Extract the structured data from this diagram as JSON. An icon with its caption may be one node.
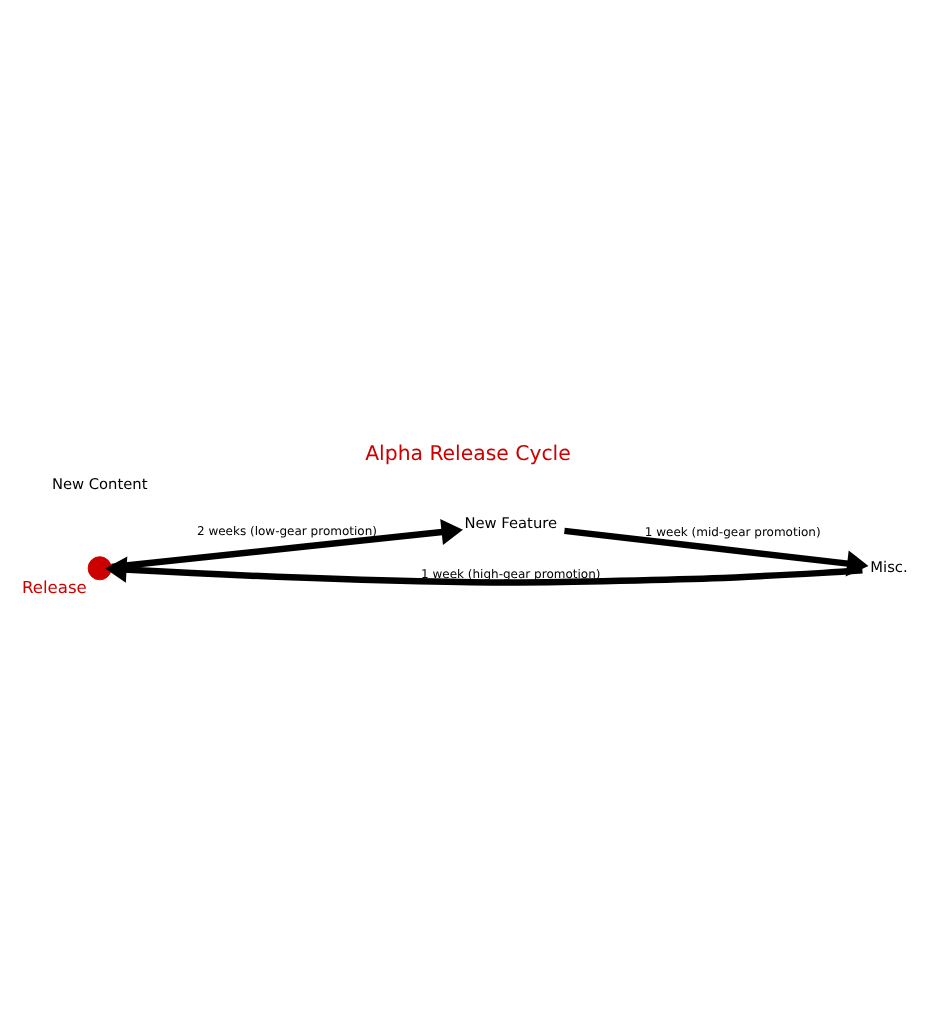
{
  "diagram": {
    "title": "Alpha Release Cycle",
    "nodes": [
      {
        "text": [],
        "shape": "circle",
        "beside": [
          "Release"
        ]
      },
      {
        "text": [
          "New Feature"
        ]
      },
      {
        "text": [
          "Misc."
        ]
      }
    ],
    "edges": [
      {
        "from": 0,
        "to": 1,
        "arrow": "to",
        "label": "2 weeks (low-gear promotion)"
      },
      {
        "from": 1,
        "to": 2,
        "arrow": "to",
        "label": "1 week (mid-gear promotion)"
      },
      {
        "from": 2,
        "to": 0,
        "arrow": "to",
        "label": "1 week (high-gear promotion)"
      }
    ],
    "labels": [
      "New Content"
    ]
  }
}
